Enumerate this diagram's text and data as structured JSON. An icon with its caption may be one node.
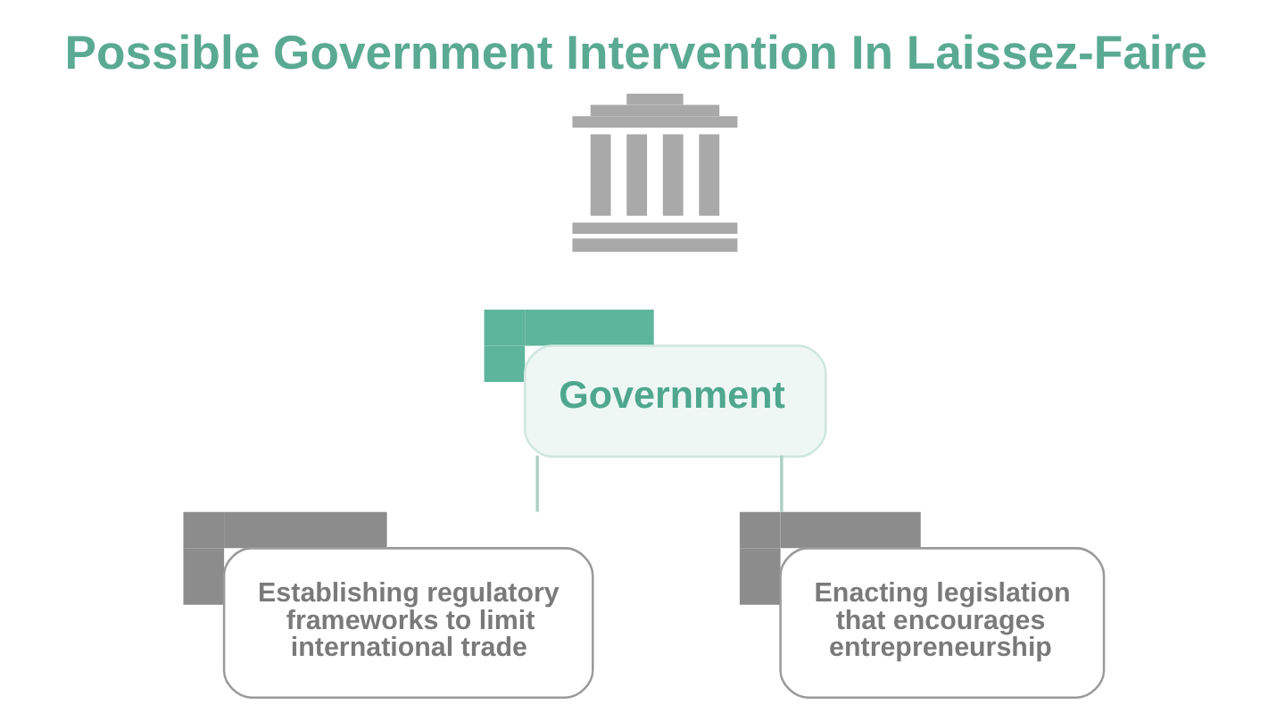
{
  "diagram": {
    "title": "Possible Government Intervention In Laissez-Faire",
    "nodes": [
      {
        "text": [],
        "shape": "picture"
      },
      {
        "text": [
          "Government"
        ]
      },
      {
        "text": [
          "Establishing regulatory frameworks to limit international trade"
        ]
      },
      {
        "text": [
          "Enacting legislation that encourages entrepreneurship"
        ]
      }
    ],
    "edges": [
      {
        "from": 1,
        "to": 2,
        "arrow": "none"
      },
      {
        "from": 1,
        "to": 3,
        "arrow": "none"
      }
    ]
  }
}
